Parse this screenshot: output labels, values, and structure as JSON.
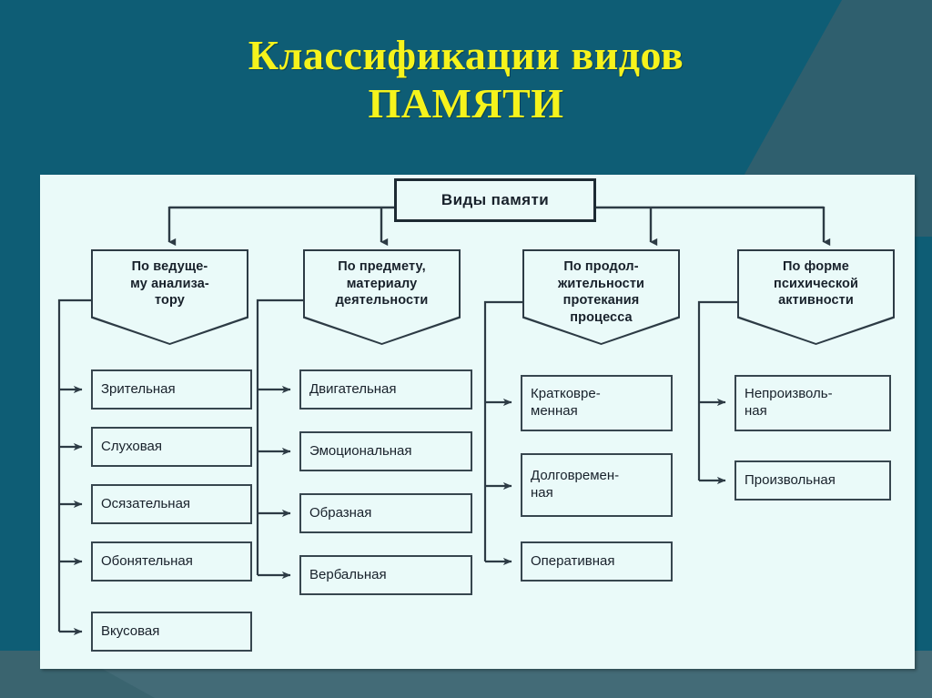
{
  "slide": {
    "title_line_1": "Классификации видов",
    "title_line_2": "ПАМЯТИ",
    "title_color": "#f6f31c",
    "background_color": "#0e5d75",
    "panel_color": "#eafaf9"
  },
  "diagram": {
    "root": {
      "label": "Виды памяти"
    },
    "columns": [
      {
        "header": "По ведуще-\nму анализа-\nтору",
        "items": [
          {
            "label": "Зрительная"
          },
          {
            "label": "Слуховая"
          },
          {
            "label": "Осязательная"
          },
          {
            "label": "Обонятельная"
          },
          {
            "label": "Вкусовая"
          }
        ]
      },
      {
        "header": "По предмету,\nматериалу\nдеятельности",
        "items": [
          {
            "label": "Двигательная"
          },
          {
            "label": "Эмоциональная"
          },
          {
            "label": "Образная"
          },
          {
            "label": "Вербальная"
          }
        ]
      },
      {
        "header": "По продол-\nжительности\nпротекания\nпроцесса",
        "items": [
          {
            "label": "Кратковре-\nменная"
          },
          {
            "label": "Долговремен-\nная"
          },
          {
            "label": "Оперативная"
          }
        ]
      },
      {
        "header": "По форме\nпсихической\nактивности",
        "items": [
          {
            "label": "Непроизволь-\nная"
          },
          {
            "label": "Произвольная"
          }
        ]
      }
    ]
  }
}
